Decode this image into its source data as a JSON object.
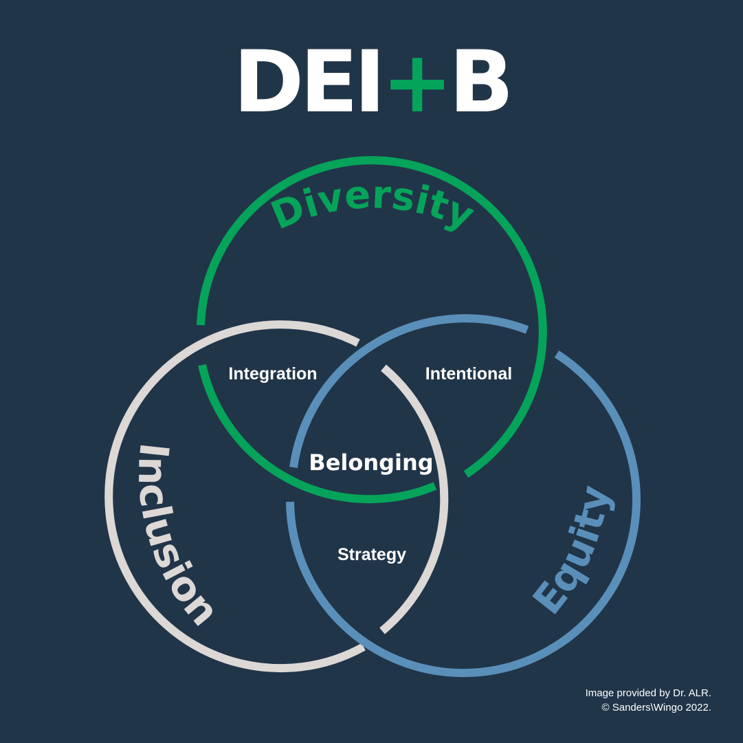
{
  "title": {
    "part1": "DEI",
    "plus": "+",
    "part2": "B"
  },
  "circles": {
    "diversity": "Diversity",
    "inclusion": "Inclusion",
    "equity": "Equity"
  },
  "overlaps": {
    "integration": "Integration",
    "intentional": "Intentional",
    "belonging": "Belonging",
    "strategy": "Strategy"
  },
  "credit": {
    "line1": "Image provided by Dr. ALR.",
    "line2": "© Sanders\\Wingo 2022."
  },
  "colors": {
    "background": "#213549",
    "diversity": "#05a45a",
    "inclusion": "#dcd8d5",
    "equity": "#5a8fba",
    "text": "#ffffff"
  }
}
